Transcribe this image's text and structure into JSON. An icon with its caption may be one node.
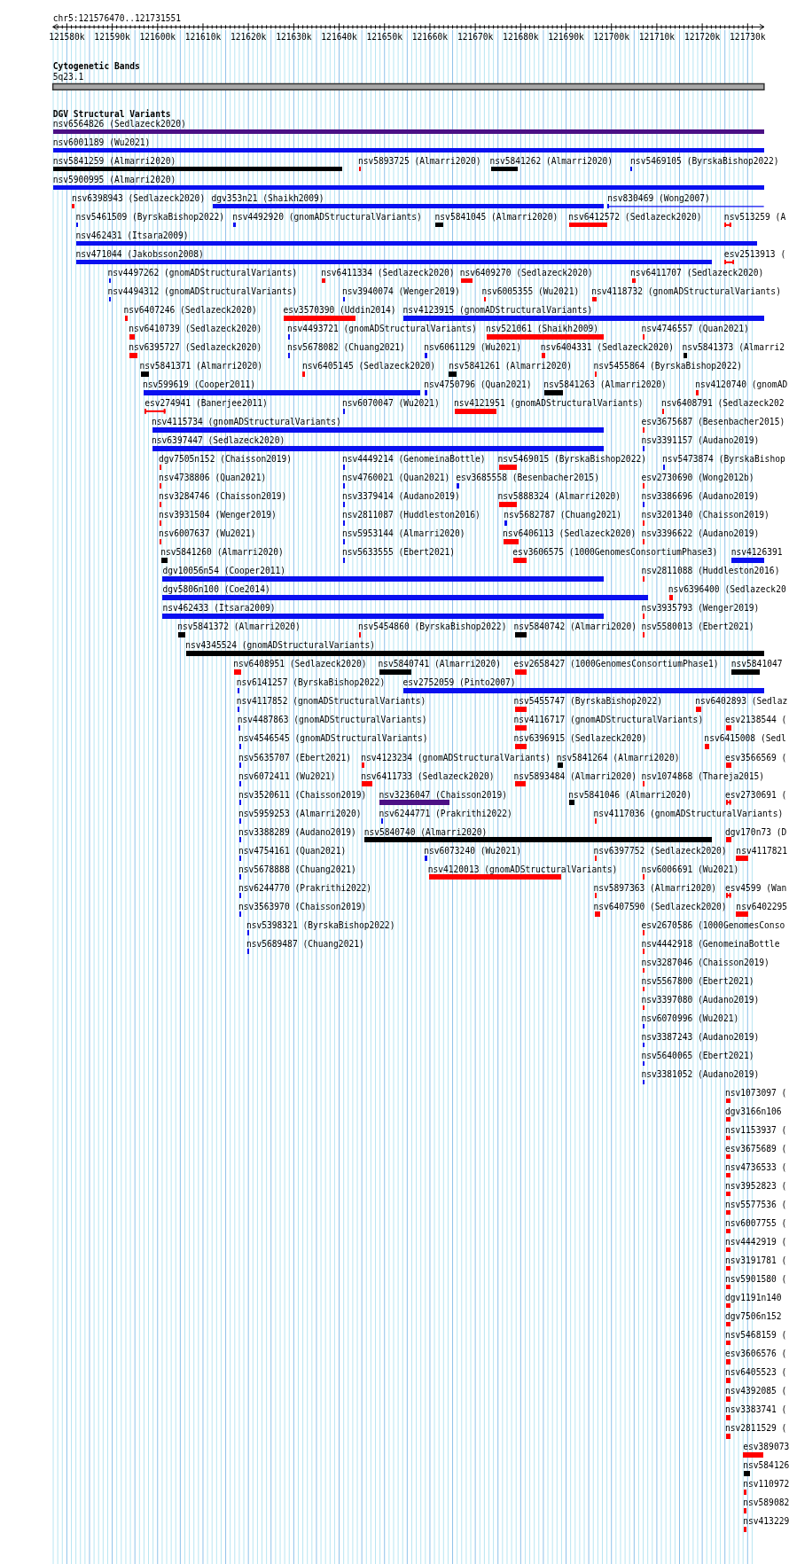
{
  "diagram": {
    "title": "chr5:121576470..121731551",
    "labels": [
      "121580k",
      "121590k",
      "121600k",
      "121610k",
      "121620k",
      "121630k",
      "121640k",
      "121650k",
      "121660k",
      "121670k",
      "121680k",
      "121690k",
      "121700k",
      "121710k",
      "121720k",
      "121730k",
      "Cytogenetic Bands",
      "5q23.1",
      "DGV Structural Variants",
      "nsv6564826 (Sedlazeck2020)",
      "nsv6001189 (Wu2021)",
      "nsv5841259 (Almarri2020)",
      "nsv5893725 (Almarri2020)",
      "nsv5841262 (Almarri2020)",
      "nsv5469105 (ByrskaBishop2022)",
      "nsv5900995 (Almarri2020)",
      "nsv6398943 (Sedlazeck2020)",
      "dgv353n21 (Shaikh2009)",
      "nsv830469 (Wong2007)",
      "nsv5461509 (ByrskaBishop2022)",
      "nsv4492920 (gnomADStructuralVariants)",
      "nsv5841045 (Almarri2020)",
      "nsv6412572 (Sedlazeck2020)",
      "nsv513259 (A",
      "nsv462431 (Itsara2009)",
      "nsv471044 (Jakobsson2008)",
      "esv2513913 (",
      "nsv4497262 (gnomADStructuralVariants)",
      "nsv6411334 (Sedlazeck2020)",
      "nsv6409270 (Sedlazeck2020)",
      "nsv6411707 (Sedlazeck2020)",
      "nsv4494312 (gnomADStructuralVariants)",
      "nsv3940074 (Wenger2019)",
      "nsv6005355 (Wu2021)",
      "nsv4118732 (gnomADStructuralVariants)",
      "nsv6407246 (Sedlazeck2020)",
      "esv3570390 (Uddin2014)",
      "nsv4123915 (gnomADStructuralVariants)",
      "nsv6410739 (Sedlazeck2020)",
      "nsv4493721 (gnomADStructuralVariants)",
      "nsv521061 (Shaikh2009)",
      "nsv4746557 (Quan2021)",
      "nsv6395727 (Sedlazeck2020)",
      "nsv5678082 (Chuang2021)",
      "nsv6061129 (Wu2021)",
      "nsv6404331 (Sedlazeck2020)",
      "nsv5841373 (Almarri2",
      "nsv5841371 (Almarri2020)",
      "nsv6405145 (Sedlazeck2020)",
      "nsv5841261 (Almarri2020)",
      "nsv5455864 (ByrskaBishop2022)",
      "nsv599619 (Cooper2011)",
      "nsv4750796 (Quan2021)",
      "nsv5841263 (Almarri2020)",
      "nsv4120740 (gnomAD",
      "esv274941 (Banerjee2011)",
      "nsv6070047 (Wu2021)",
      "nsv4121951 (gnomADStructuralVariants)",
      "nsv6408791 (Sedlazeck202",
      "nsv4115734 (gnomADStructuralVariants)",
      "esv3675687 (Besenbacher2015)",
      "nsv6397447 (Sedlazeck2020)",
      "nsv3391157 (Audano2019)",
      "dgv7505n152 (Chaisson2019)",
      "nsv4449214 (GenomeinaBottle)",
      "nsv5469015 (ByrskaBishop2022)",
      "nsv5473874 (ByrskaBishop",
      "nsv4738806 (Quan2021)",
      "nsv4760021 (Quan2021)",
      "esv3685558 (Besenbacher2015)",
      "esv2730690 (Wong2012b)",
      "nsv3284746 (Chaisson2019)",
      "nsv3379414 (Audano2019)",
      "nsv5888324 (Almarri2020)",
      "nsv3386696 (Audano2019)",
      "nsv3931504 (Wenger2019)",
      "nsv2811087 (Huddleston2016)",
      "nsv5682787 (Chuang2021)",
      "nsv3201340 (Chaisson2019)",
      "nsv6007637 (Wu2021)",
      "nsv5953144 (Almarri2020)",
      "nsv6406113 (Sedlazeck2020)",
      "nsv3396622 (Audano2019)",
      "nsv5841260 (Almarri2020)",
      "nsv5633555 (Ebert2021)",
      "esv3606575 (1000GenomesConsortiumPhase3)",
      "nsv4126391",
      "dgv10056n54 (Cooper2011)",
      "nsv2811088 (Huddleston2016)",
      "dgv5806n100 (Coe2014)",
      "nsv6396400 (Sedlazeck20",
      "nsv462433 (Itsara2009)",
      "nsv3935793 (Wenger2019)",
      "nsv5841372 (Almarri2020)",
      "nsv5454860 (ByrskaBishop2022)",
      "nsv5840742 (Almarri2020)",
      "nsv5580013 (Ebert2021)",
      "nsv4345524 (gnomADStructuralVariants)",
      "nsv6408951 (Sedlazeck2020)",
      "nsv5840741 (Almarri2020)",
      "esv2658427 (1000GenomesConsortiumPhase1)",
      "nsv5841047",
      "nsv6141257 (ByrskaBishop2022)",
      "esv2752059 (Pinto2007)",
      "nsv4117852 (gnomADStructuralVariants)",
      "nsv5455747 (ByrskaBishop2022)",
      "nsv6402893 (Sedlaz",
      "nsv4487863 (gnomADStructuralVariants)",
      "nsv4116717 (gnomADStructuralVariants)",
      "esv2138544 (",
      "nsv4546545 (gnomADStructuralVariants)",
      "nsv6396915 (Sedlazeck2020)",
      "nsv6415008 (Sedl",
      "nsv5635707 (Ebert2021)",
      "nsv4123234 (gnomADStructuralVariants)",
      "nsv5841264 (Almarri2020)",
      "esv3566569 (",
      "nsv6072411 (Wu2021)",
      "nsv6411733 (Sedlazeck2020)",
      "nsv5893484 (Almarri2020)",
      "nsv1074868 (Thareja2015)",
      "nsv3520611 (Chaisson2019)",
      "nsv3236047 (Chaisson2019)",
      "nsv5841046 (Almarri2020)",
      "esv2730691 (",
      "nsv5959253 (Almarri2020)",
      "nsv6244771 (Prakrithi2022)",
      "nsv4117036 (gnomADStructuralVariants)",
      "nsv3388289 (Audano2019)",
      "nsv5840740 (Almarri2020)",
      "dgv170n73 (D",
      "nsv4754161 (Quan2021)",
      "nsv6073240 (Wu2021)",
      "nsv6397752 (Sedlazeck2020)",
      "nsv4117821",
      "nsv5678888 (Chuang2021)",
      "nsv4120013 (gnomADStructuralVariants)",
      "nsv6006691 (Wu2021)",
      "nsv6244770 (Prakrithi2022)",
      "nsv5897363 (Almarri2020)",
      "esv4599 (Wan",
      "nsv3563970 (Chaisson2019)",
      "nsv6407590 (Sedlazeck2020)",
      "nsv6402295",
      "nsv5398321 (ByrskaBishop2022)",
      "esv2670586 (1000GenomesConso",
      "nsv5689487 (Chuang2021)",
      "nsv4442918 (GenomeinaBottle",
      "nsv3287046 (Chaisson2019)",
      "nsv5567800 (Ebert2021)",
      "nsv3397080 (Audano2019)",
      "nsv6070996 (Wu2021)",
      "nsv3387243 (Audano2019)",
      "nsv5640065 (Ebert2021)",
      "nsv3381052 (Audano2019)",
      "nsv1073097 (",
      "dgv3166n106",
      "nsv1153937 (",
      "esv3675689 (",
      "nsv4736533 (",
      "nsv3952823 (",
      "nsv5577536 (",
      "nsv6007755 (",
      "nsv4442919 (",
      "nsv3191781 (",
      "nsv5901580 (",
      "dgv1191n140",
      "dgv7506n152",
      "nsv5468159 (",
      "esv3606576 (",
      "nsv6405523 (",
      "nsv4392085 (",
      "nsv3383741 (",
      "nsv2811529 (",
      "esv389073",
      "nsv584126",
      "nsv110972",
      "nsv589082",
      "nsv413229"
    ]
  }
}
